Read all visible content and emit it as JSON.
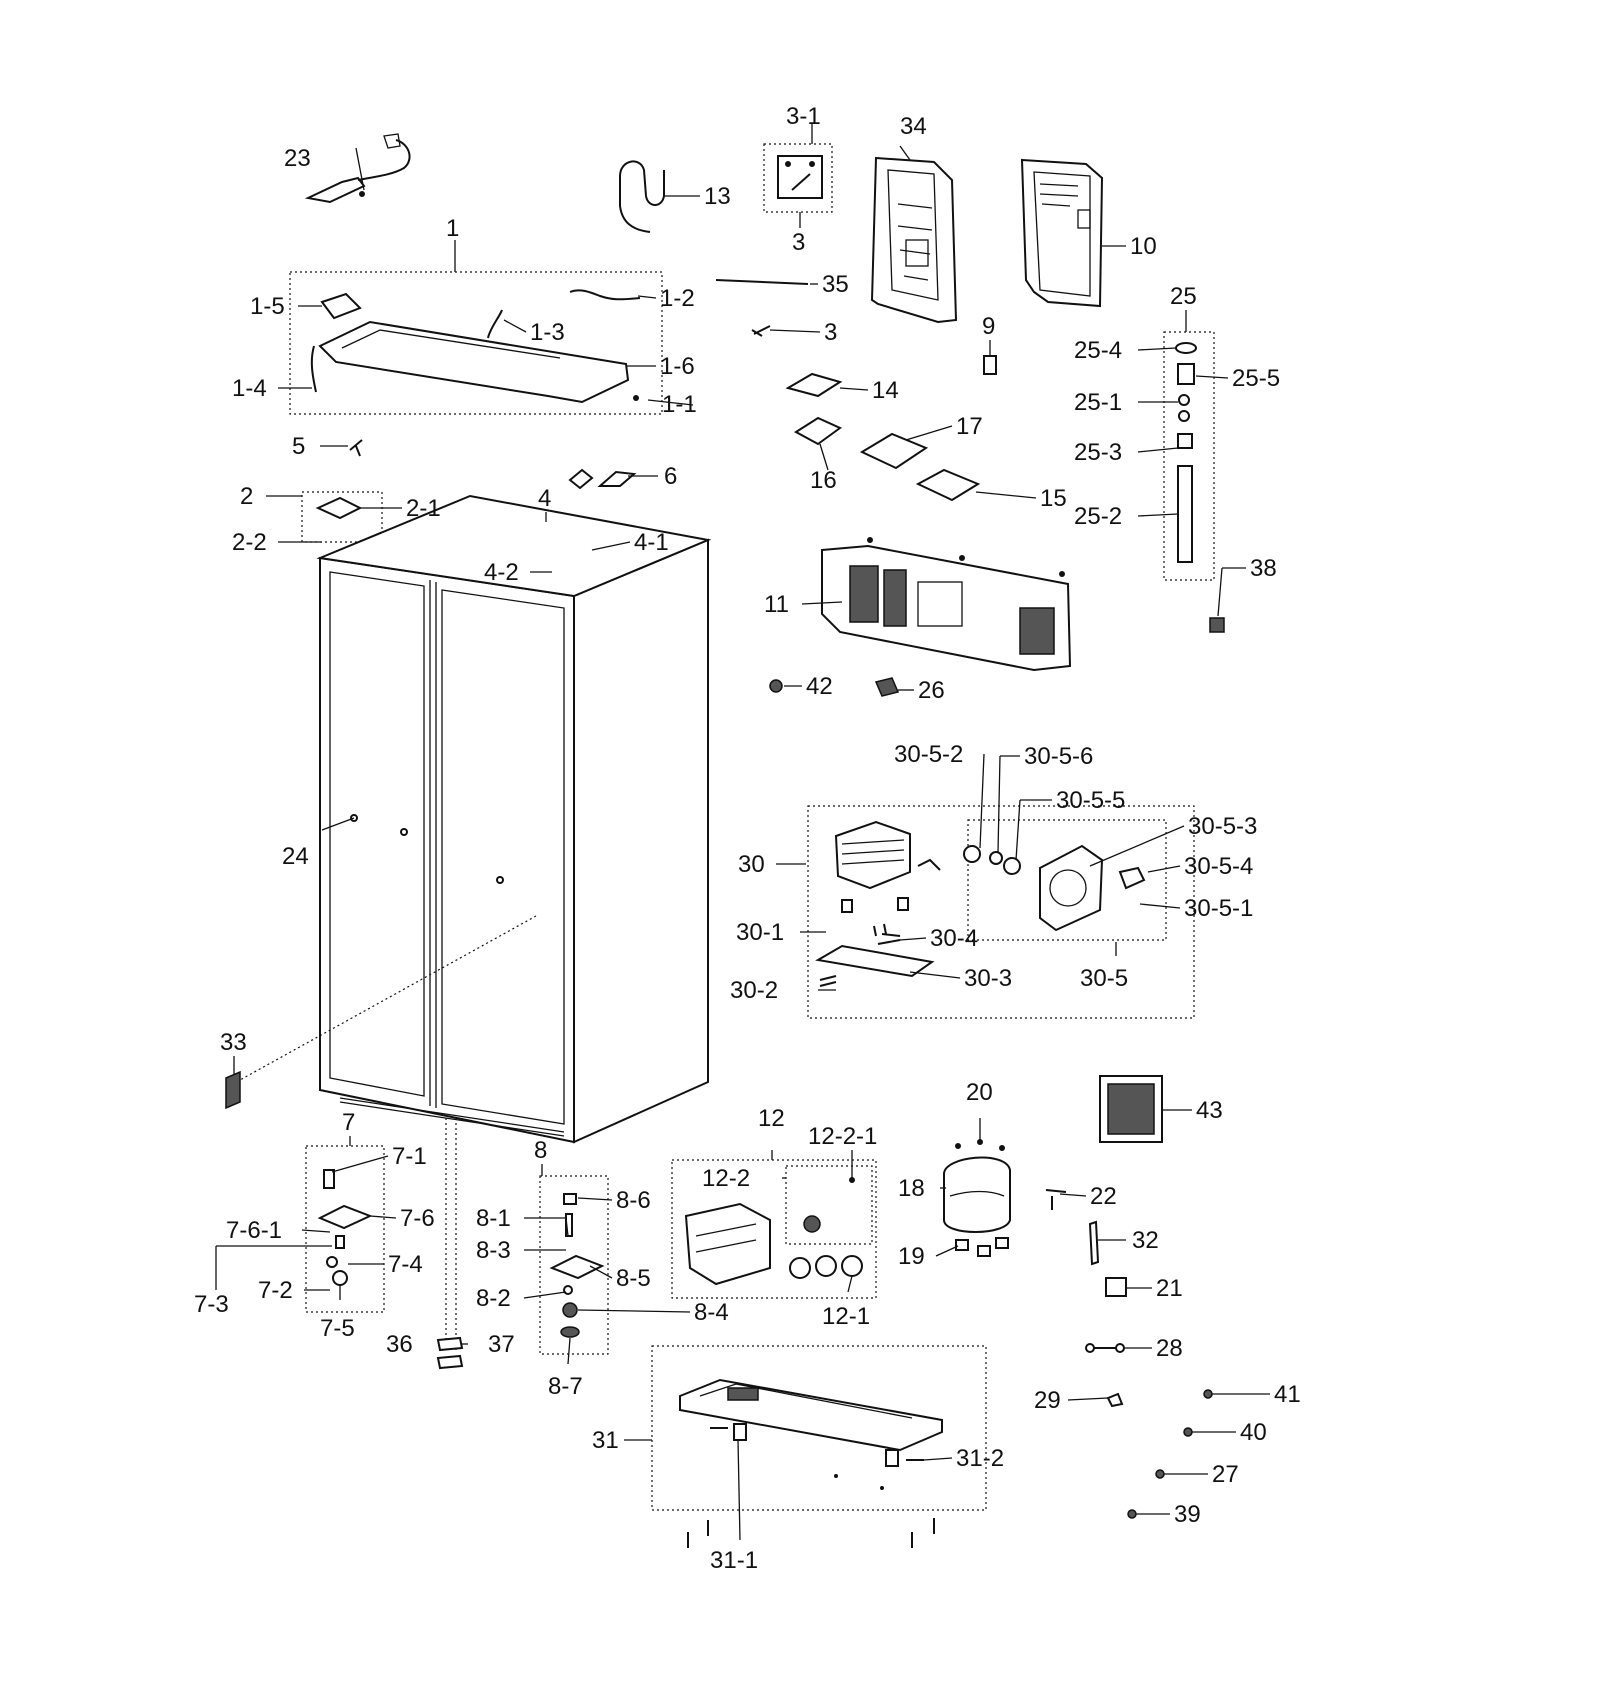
{
  "labels": [
    "1",
    "1-1",
    "1-2",
    "1-3",
    "1-4",
    "1-5",
    "1-6",
    "2",
    "2-1",
    "2-2",
    "3",
    "3",
    "3-1",
    "4",
    "4-1",
    "4-2",
    "5",
    "6",
    "7",
    "7-1",
    "7-2",
    "7-3",
    "7-4",
    "7-5",
    "7-6",
    "7-6-1",
    "8",
    "8-1",
    "8-2",
    "8-3",
    "8-4",
    "8-5",
    "8-6",
    "8-7",
    "9",
    "10",
    "11",
    "12",
    "12-1",
    "12-2",
    "12-2-1",
    "13",
    "14",
    "15",
    "16",
    "17",
    "18",
    "19",
    "20",
    "21",
    "22",
    "23",
    "24",
    "25",
    "25-1",
    "25-2",
    "25-3",
    "25-4",
    "25-5",
    "26",
    "27",
    "28",
    "29",
    "30",
    "30-1",
    "30-2",
    "30-3",
    "30-4",
    "30-5",
    "30-5-1",
    "30-5-2",
    "30-5-3",
    "30-5-4",
    "30-5-5",
    "30-5-6",
    "31",
    "31-1",
    "31-2",
    "32",
    "33",
    "34",
    "35",
    "36",
    "37",
    "38",
    "39",
    "40",
    "41",
    "42",
    "43"
  ],
  "colors": {
    "ink": "#111111",
    "paper": "#ffffff"
  }
}
